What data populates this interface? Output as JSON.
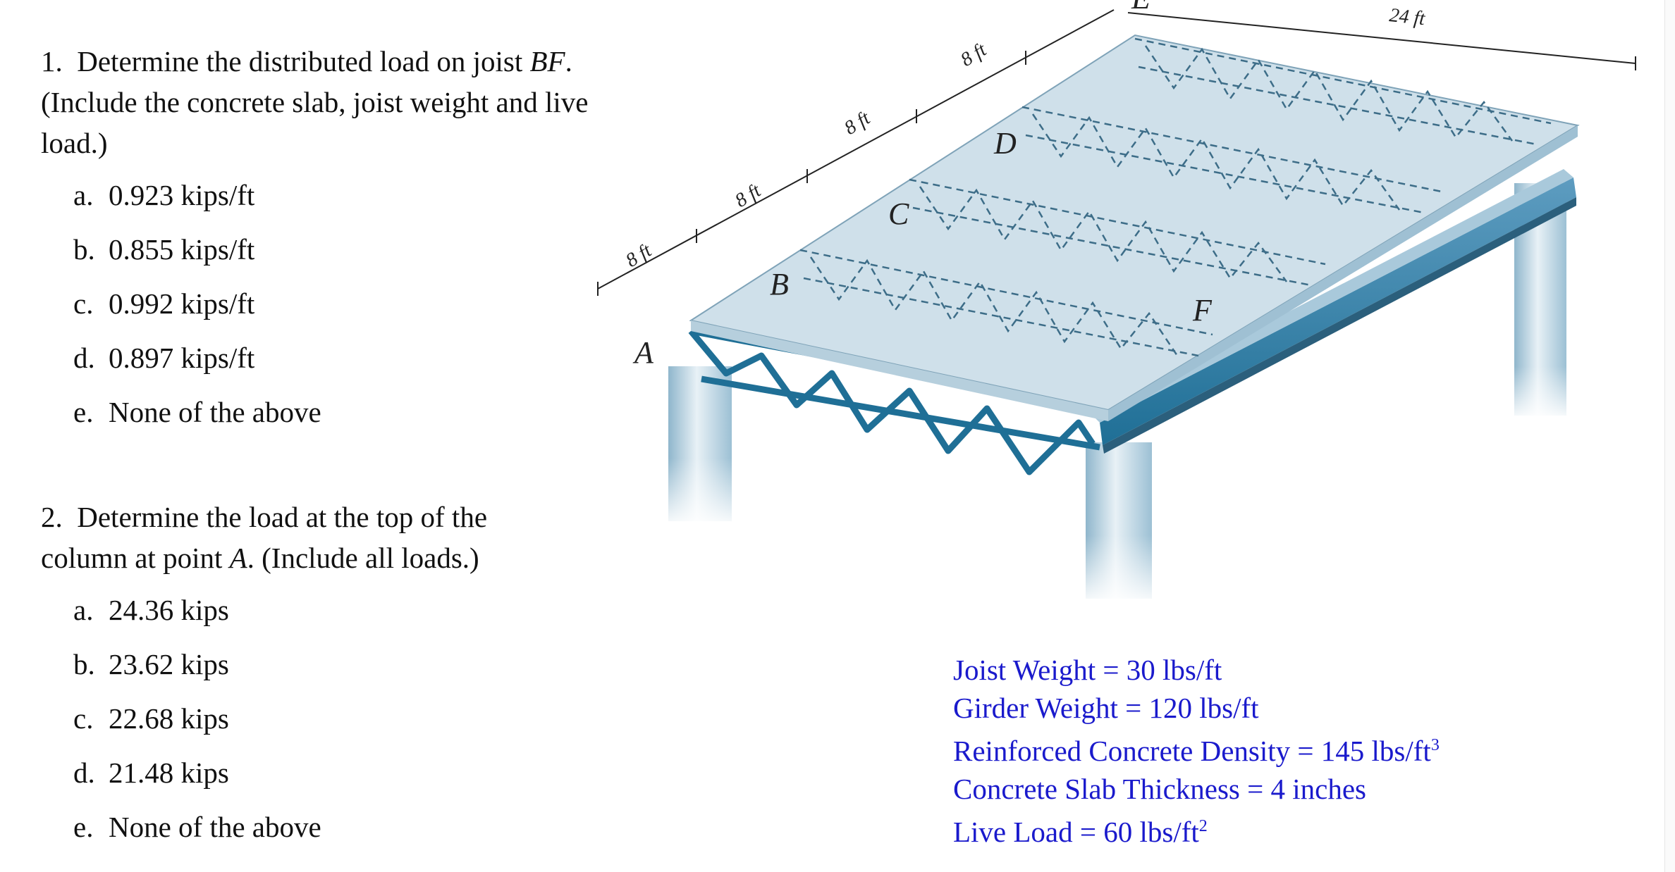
{
  "question1": {
    "number": "1.",
    "text": "Determine the distributed load on joist ",
    "member": "BF",
    "text_end": ". (Include the concrete slab, joist weight and live load.)",
    "options": [
      {
        "letter": "a.",
        "text": "0.923 kips/ft"
      },
      {
        "letter": "b.",
        "text": "0.855 kips/ft"
      },
      {
        "letter": "c.",
        "text": "0.992 kips/ft"
      },
      {
        "letter": "d.",
        "text": "0.897 kips/ft"
      },
      {
        "letter": "e.",
        "text": "None of the above"
      }
    ]
  },
  "question2": {
    "number": "2.",
    "text": "Determine the load at the top of the column at point ",
    "point": "A",
    "text_end": ". (Include all loads.)",
    "options": [
      {
        "letter": "a.",
        "text": "24.36 kips"
      },
      {
        "letter": "b.",
        "text": "23.62 kips"
      },
      {
        "letter": "c.",
        "text": "22.68 kips"
      },
      {
        "letter": "d.",
        "text": "21.48 kips"
      },
      {
        "letter": "e.",
        "text": "None of the above"
      }
    ]
  },
  "figure": {
    "labels": {
      "A": "A",
      "B": "B",
      "C": "C",
      "D": "D",
      "E": "E",
      "F": "F"
    },
    "dimensions": {
      "spacing": "8 ft",
      "length": "24 ft"
    }
  },
  "given": {
    "joist": "Joist Weight = 30 lbs/ft",
    "girder": "Girder Weight = 120 lbs/ft",
    "density": "Reinforced Concrete Density = 145 lbs/ft",
    "density_exp": "3",
    "thickness": "Concrete Slab Thickness = 4 inches",
    "live": "Live Load = 60 lbs/ft",
    "live_exp": "2"
  },
  "colors": {
    "given_text": "#1a1acc",
    "slab": "#cfe0ea",
    "steel": "#2f7fa7",
    "truss": "#1f6f96"
  }
}
